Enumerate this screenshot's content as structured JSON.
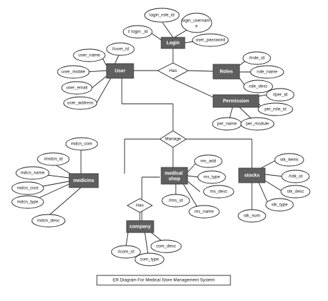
{
  "title": "ER Diagram For Medical Store Management System",
  "entities": {
    "login": "Login",
    "user": "User",
    "roles": "Roles",
    "permission": "Permission",
    "medicins": "medicins",
    "medical_shop": "medical shop",
    "stocks": "stocks",
    "company": "company"
  },
  "relationships": {
    "has_top": "Has",
    "manage": "Manage",
    "has_bottom": "Has"
  },
  "attributes": {
    "login_role_id": "login_role_id",
    "login_username": "login_username",
    "login_id": "# login _id",
    "user_password": "user_password",
    "user_name": "user_name",
    "user_id": "#user_id",
    "user_mobile": "user_mobile",
    "user_email": "user_email",
    "user_address": "user_address",
    "role_id": "#role_id",
    "role_name": "role_name",
    "role_desc": "role_desc",
    "per_id": "#per_id",
    "per_role_id": "per_role_id",
    "per_name": "per_name",
    "per_module": "per_module",
    "mdcn_com": "mdcn_com",
    "mdcn_id": "#mdcn_id",
    "mdcn_name": "mdcn_name",
    "mdcn_cost": "mdcn_cost",
    "mdcn_type": "mdcn_type",
    "mdcn_desc": "mdcn_desc",
    "ms_add": "ms_add",
    "ms_type": "ms_type",
    "ms_desc": "ms_desc",
    "ms_id": "#ms_id",
    "ms_name": "ms_name",
    "stk_items": "stk_items",
    "stk_id": "#stk_id",
    "stk_desc": "stk_desc",
    "stk_type": "stk_type",
    "stk_num": "stk_num",
    "com_id": "#com_id",
    "com_desc": "com_desc",
    "com_type": "com_type"
  }
}
